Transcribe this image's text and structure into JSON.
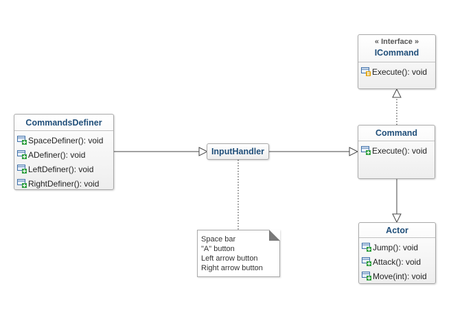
{
  "classes": {
    "commands_definer": {
      "name": "CommandsDefiner",
      "operations": [
        "SpaceDefiner(): void",
        "ADefiner(): void",
        "LeftDefiner(): void",
        "RightDefiner(): void"
      ],
      "op_icon": "public-operation-icon"
    },
    "input_handler": {
      "name": "InputHandler"
    },
    "icommand": {
      "stereotype": "« Interface »",
      "name": "ICommand",
      "operations": [
        "Execute(): void"
      ],
      "op_icon": "abstract-operation-icon"
    },
    "command": {
      "name": "Command",
      "operations": [
        "Execute(): void"
      ],
      "op_icon": "public-operation-icon"
    },
    "actor": {
      "name": "Actor",
      "operations": [
        "Jump(): void",
        "Attack(): void",
        "Move(int): void"
      ],
      "op_icon": "public-operation-icon"
    }
  },
  "note": {
    "lines": [
      "Space bar",
      "\"A\" button",
      "Left arrow button",
      "Right arrow button"
    ]
  },
  "relationships": [
    {
      "from": "CommandsDefiner",
      "to": "InputHandler",
      "type": "association"
    },
    {
      "from": "InputHandler",
      "to": "Command",
      "type": "association"
    },
    {
      "from": "Command",
      "to": "ICommand",
      "type": "realization"
    },
    {
      "from": "Command",
      "to": "Actor",
      "type": "association"
    },
    {
      "from": "note",
      "to": "InputHandler",
      "type": "anchor"
    }
  ],
  "colors": {
    "class_name": "#1f4e79",
    "border": "#a8a8a8",
    "line": "#444444",
    "icon_green": "#2e9e3e",
    "icon_orange": "#e0a000"
  }
}
